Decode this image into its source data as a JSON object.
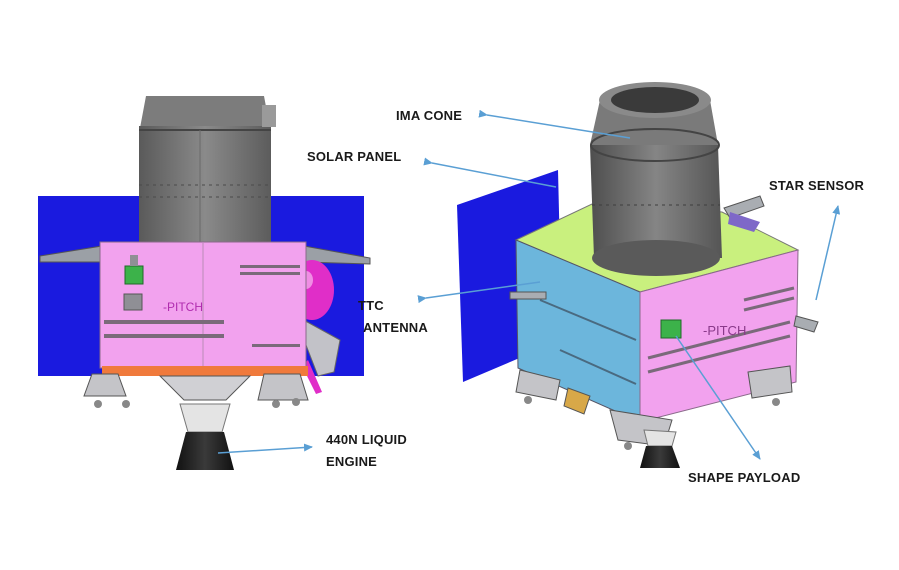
{
  "labels": {
    "ima_cone": "IMA CONE",
    "solar_panel": "SOLAR PANEL",
    "star_sensor": "STAR SENSOR",
    "ttc_antenna_line1": "TTC",
    "ttc_antenna_line2": "ANTENNA",
    "engine_line1": "440N LIQUID",
    "engine_line2": "ENGINE",
    "shape_payload": "SHAPE PAYLOAD"
  },
  "body_markings": {
    "pitch_left": "-PITCH",
    "pitch_right": "-PITCH"
  },
  "colors": {
    "solar_panel": "#1a1adf",
    "body_pink": "#f2a2ee",
    "body_blue": "#6cb6dc",
    "body_green": "#c9f07e",
    "cone_gray": "#6e6e6e",
    "arrow": "#5a9fd4"
  }
}
